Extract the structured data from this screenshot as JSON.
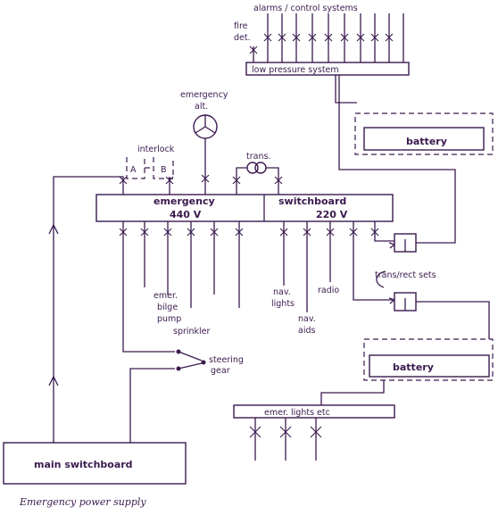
{
  "labels": {
    "alarms": "alarms / control systems",
    "fire": "fire",
    "det": "det.",
    "low_pressure": "low pressure system",
    "battery_top": "battery",
    "emergency_alt_1": "emergency",
    "emergency_alt_2": "alt.",
    "interlock": "interlock",
    "a": "A",
    "b": "B",
    "trans": "trans.",
    "swb_emergency": "emergency",
    "swb_switchboard": "switchboard",
    "v440": "440 V",
    "v220": "220 V",
    "trans_rect": "trans/rect sets",
    "emer": "emer.",
    "bilge": "bilge",
    "pump": "pump",
    "sprinkler": "sprinkler",
    "nav1": "nav.",
    "lights": "lights",
    "nav2": "nav.",
    "aids": "aids",
    "radio": "radio",
    "steering": "steering",
    "gear": "gear",
    "battery_bottom": "battery",
    "emer_lights": "emer. lights etc",
    "main_switchboard": "main switchboard",
    "caption": "Emergency power supply"
  },
  "colors": {
    "ink": "#3a1a4e",
    "paper": "#ffffff"
  }
}
